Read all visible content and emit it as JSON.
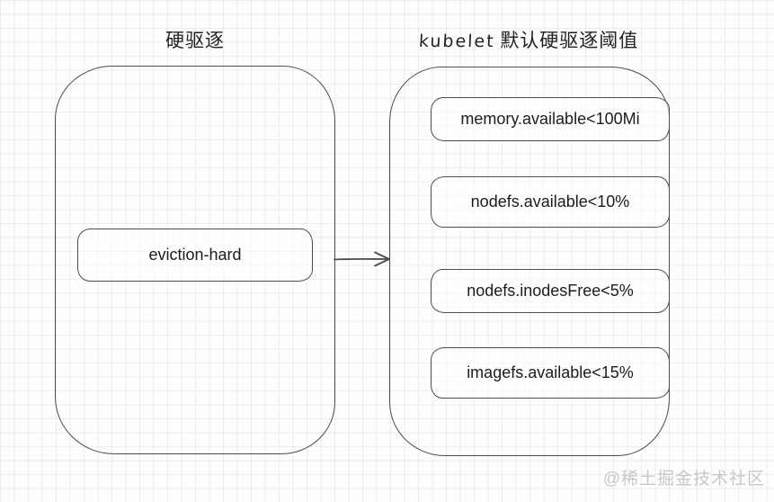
{
  "diagram": {
    "left_group": {
      "title": "硬驱逐",
      "node_label": "eviction-hard"
    },
    "right_group": {
      "title_prefix": "kubelet",
      "title_text": "默认硬驱逐阈值",
      "thresholds": [
        "memory.available<100Mi",
        "nodefs.available<10%",
        "nodefs.inodesFree<5%",
        "imagefs.available<15%"
      ]
    }
  },
  "watermark": {
    "text": "@稀土掘金技术社区"
  },
  "colors": {
    "stroke": "#4d4d4d",
    "text": "#1f1f1f",
    "background": "#fdfdfd",
    "grid": "#f0ecef",
    "watermark": "#c8c8c8"
  }
}
